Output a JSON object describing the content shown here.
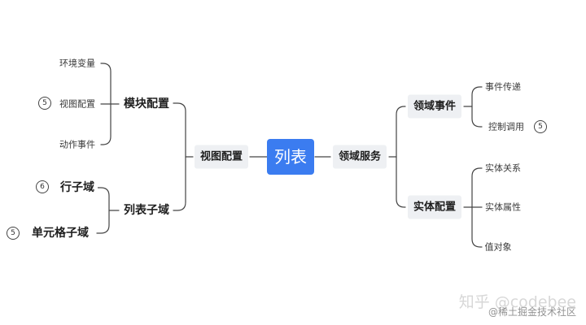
{
  "root": {
    "label": "列表"
  },
  "left": {
    "view_config": {
      "label": "视图配置",
      "module_config": {
        "label": "模块配置",
        "items": [
          "环境变量",
          "视图配置",
          "动作事件"
        ],
        "badge": "5"
      },
      "list_subdomain": {
        "label": "列表子域",
        "row_domain": {
          "label": "行子域",
          "badge": "6"
        },
        "cell_domain": {
          "label": "单元格子域",
          "badge": "5"
        }
      }
    }
  },
  "right": {
    "domain_service": {
      "label": "领域服务",
      "domain_event": {
        "label": "领域事件",
        "items": [
          "事件传递",
          "控制调用"
        ],
        "badge": "5"
      },
      "entity_config": {
        "label": "实体配置",
        "items": [
          "实体关系",
          "实体属性",
          "值对象"
        ]
      }
    }
  },
  "watermark": {
    "main": "知乎 @codebee",
    "sub": "@稀土掘金技术社区"
  },
  "colors": {
    "root_fill": "#3b7cf0",
    "box_fill": "#eef0f3",
    "line": "#444444"
  }
}
